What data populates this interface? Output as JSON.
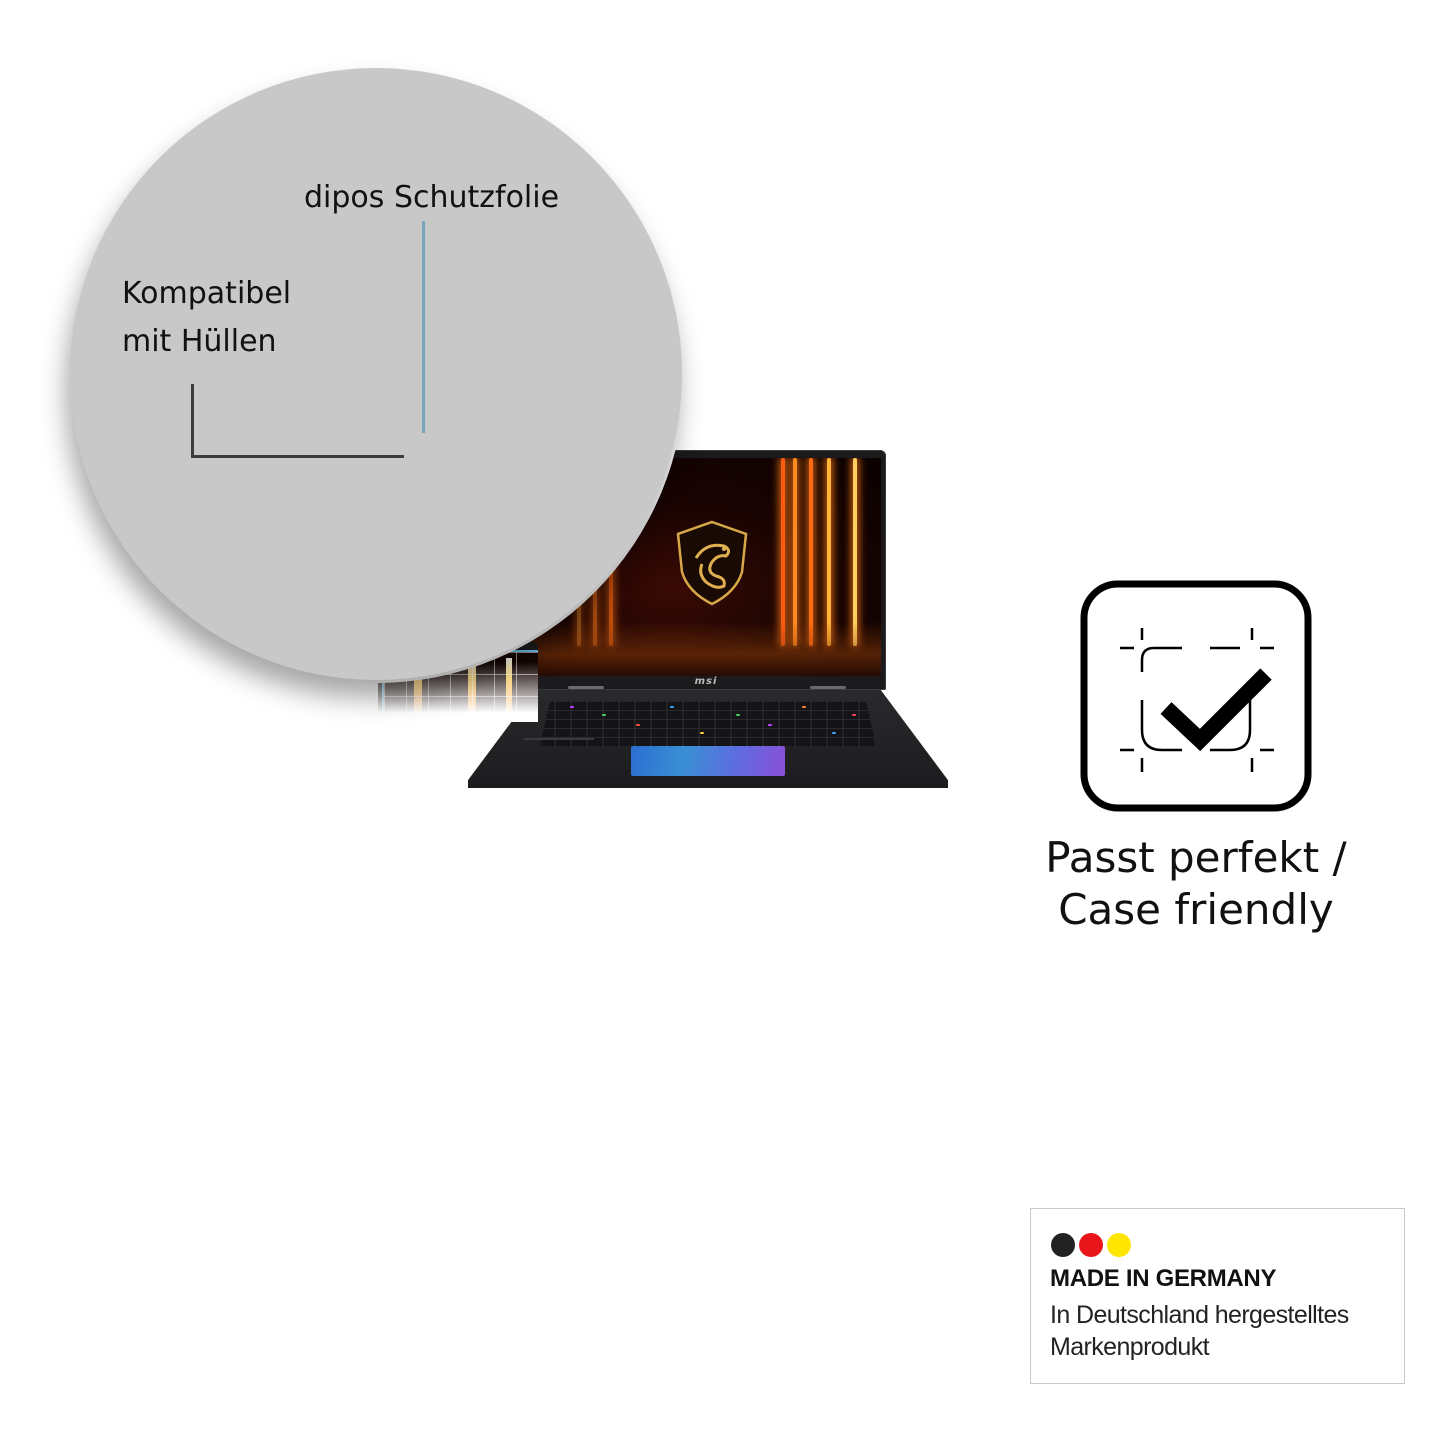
{
  "magnifier": {
    "product_label": "dipos Schutzfolie",
    "compat_label_line1": "Kompatibel",
    "compat_label_line2": "mit Hüllen",
    "fill_color": "#c8c8c8",
    "film_line_color": "#7aa6bd",
    "case_line_color": "#3d3d3d",
    "inset_frame_color": "#6cc4f0"
  },
  "laptop": {
    "brand_bezel_text": "msi",
    "screen_theme": "msi-dragon-shield-orange-beams",
    "touchpad_colors": [
      "#2b6fd1",
      "#5a6fe0",
      "#8a4fd8"
    ],
    "webcam_led_color": "#e0303a"
  },
  "feature": {
    "icon": "checkmark-fit-icon",
    "label_line1": "Passt perfekt /",
    "label_line2": "Case friendly"
  },
  "made_in_germany": {
    "dots": [
      {
        "name": "black",
        "color": "#222222"
      },
      {
        "name": "red",
        "color": "#e8161b"
      },
      {
        "name": "yellow",
        "color": "#ffe600"
      }
    ],
    "title": "MADE IN GERMANY",
    "subtitle_line1": "In Deutschland hergestelltes",
    "subtitle_line2": "Markenprodukt"
  }
}
